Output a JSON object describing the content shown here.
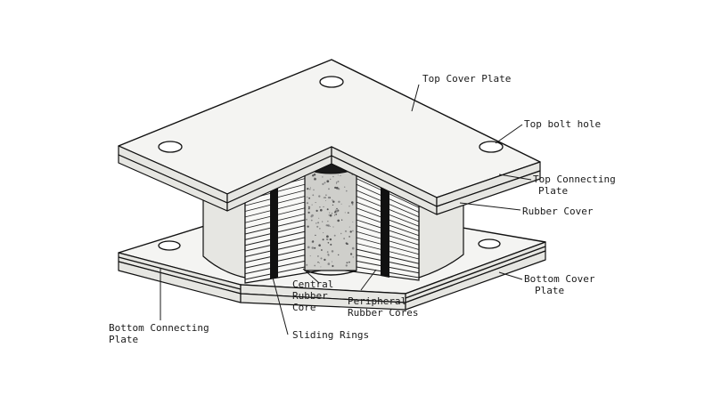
{
  "labels": {
    "top_cover_plate": "Top Cover Plate",
    "top_bolt_hole": "Top bolt hole",
    "top_connecting_plate_1": "Top Connecting",
    "top_connecting_plate_2": "Plate",
    "rubber_cover": "Rubber Cover",
    "bottom_cover_plate_1": "Bottom Cover",
    "bottom_cover_plate_2": "Plate",
    "central_rubber_core_1": "Central",
    "central_rubber_core_2": "Rubber",
    "central_rubber_core_3": "Core",
    "peripheral_rubber_cores_1": "Peripheral",
    "peripheral_rubber_cores_2": "Rubber Cores",
    "bottom_connecting_plate_1": "Bottom Connecting",
    "bottom_connecting_plate_2": "Plate",
    "sliding_rings": "Sliding Rings"
  }
}
